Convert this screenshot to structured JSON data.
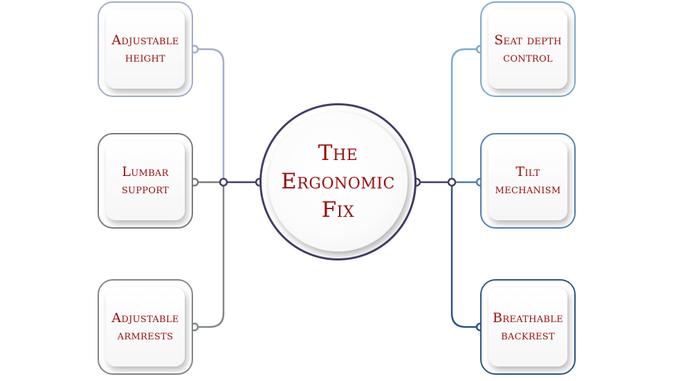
{
  "diagram": {
    "center": {
      "line1": "The",
      "line2": "Ergonomic",
      "line3": "Fix"
    },
    "left_nodes": [
      {
        "line1": "Adjustable",
        "line2": "height"
      },
      {
        "line1": "Lumbar",
        "line2": "support"
      },
      {
        "line1": "Adjustable",
        "line2": "armrests"
      }
    ],
    "right_nodes": [
      {
        "line1": "Seat depth",
        "line2": "control"
      },
      {
        "line1": "Tilt",
        "line2": "mechanism"
      },
      {
        "line1": "Breathable",
        "line2": "backrest"
      }
    ]
  },
  "colors": {
    "label_text": "#9a0c0c",
    "hub_border": "#433c66",
    "left_top": "#a4abd0",
    "left_middle": "#7a7a7a",
    "left_bottom": "#818884",
    "right_top": "#79a9cc",
    "right_middle": "#4f7fad",
    "right_bottom": "#2b5487"
  }
}
